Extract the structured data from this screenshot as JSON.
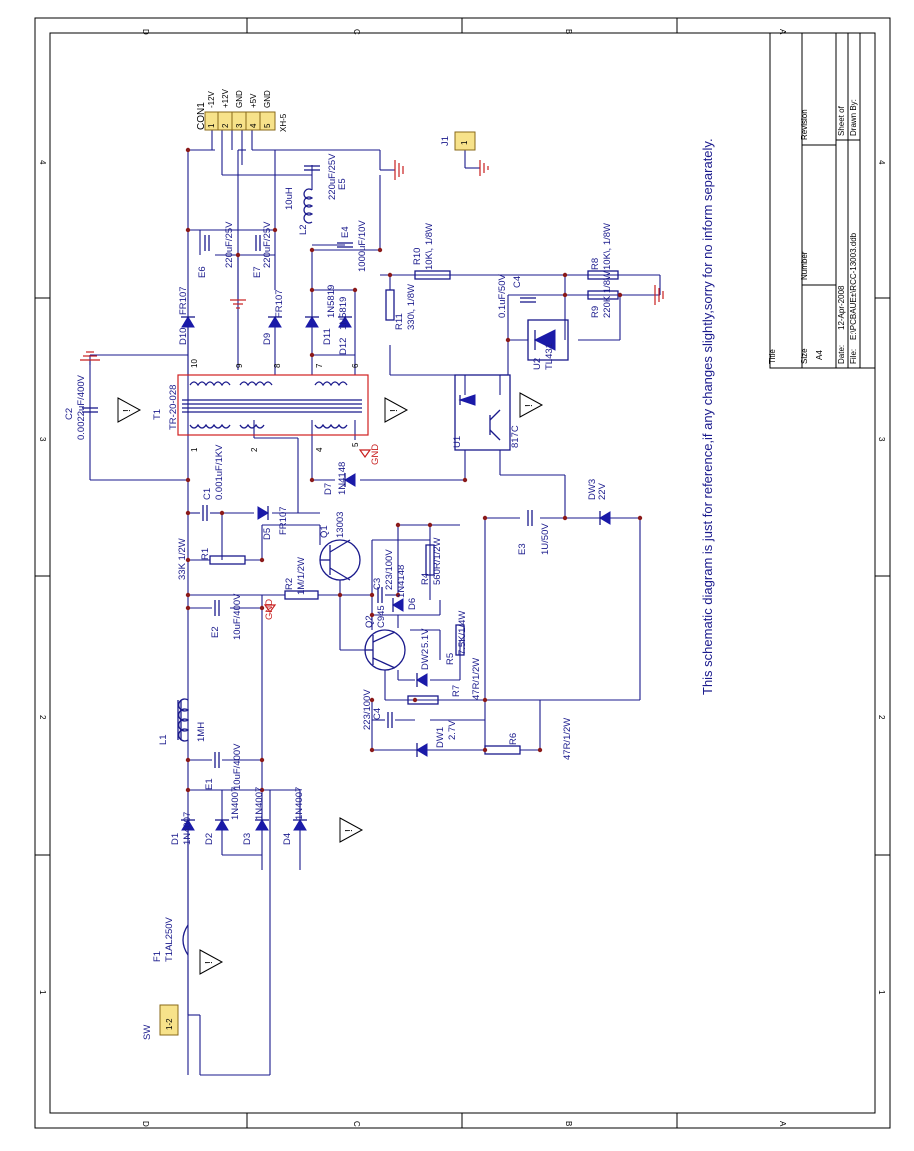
{
  "notice": "This schematic diagram is just for reference,if any changes slightly,sorry for no inform separately.",
  "frame": {
    "zones_letters": [
      "D",
      "C",
      "B",
      "A"
    ],
    "zones_numbers": [
      "1",
      "2",
      "3",
      "4"
    ]
  },
  "title_block": {
    "title_label": "Title",
    "size_label": "Size",
    "size_value": "A4",
    "number_label": "Number",
    "revision_label": "Revision",
    "date_label": "Date:",
    "date_value": "12-Apr-2008",
    "file_label": "File:",
    "file_value": "E:\\PCBAUE±\\RCC-13003.ddb",
    "sheet_label": "Sheet of",
    "drawn_label": "Drawn By:"
  },
  "connector": {
    "ref": "CON1",
    "type": "XH-5",
    "pins": [
      "1",
      "2",
      "3",
      "4",
      "5"
    ],
    "signals": [
      "-12V",
      "+12V",
      "GND",
      "+5V",
      "GND"
    ]
  },
  "j1": {
    "ref": "J1",
    "pin": "1"
  },
  "sw": {
    "ref": "SW",
    "pins": "1-2"
  },
  "fuse": {
    "ref": "F1",
    "value": "T1AL250V"
  },
  "inductor_l1": {
    "ref": "L1",
    "value": "1MH"
  },
  "inductor_l2": {
    "ref": "L2",
    "value": "10uH"
  },
  "transformer": {
    "ref": "T1",
    "part": "TR-20-028",
    "pins": [
      "1",
      "2",
      "4",
      "5",
      "6",
      "7",
      "8",
      "9",
      "10"
    ]
  },
  "bridge": [
    {
      "ref": "D1",
      "value": "1N4007"
    },
    {
      "ref": "D2",
      "value": "1N4007"
    },
    {
      "ref": "D3",
      "value": "1N4007"
    },
    {
      "ref": "D4",
      "value": "1N4007"
    }
  ],
  "caps": {
    "E1": "10uF/400V",
    "E2": "10uF/400V",
    "E3": "1U/50V",
    "E4": "1000uF/10V",
    "E5": "220uF/25V",
    "E6": "220uF/25V",
    "E7": "220uF/25V",
    "C1": "0.001uF/1KV",
    "C2": "0.0022uF/400V",
    "C3": "223/100V",
    "C4a": "223/100V",
    "C4b": "0.1uF/50V"
  },
  "resistors": {
    "R1": "33K 1/2W",
    "R2": "1M/1/2W",
    "R4": "560R/1/2W",
    "R5": "7.5K/1/4W",
    "R6": "47R/1/2W",
    "R7": "47R/1/2W",
    "R8": "10K\\, 1/8W",
    "R9": "220K 1/8W",
    "R10": "10K\\, 1/8W",
    "R11": "330\\, 1/8W"
  },
  "diodes": {
    "D5": "FR107",
    "D6": "1N4148",
    "D7": "1N4148",
    "D9": "FR107",
    "D10": "FR107",
    "D11": "1N5819",
    "D12": "1N5819",
    "DW1": "2.7V",
    "DW2": "5.1V",
    "DW3": "22V"
  },
  "transistors": {
    "Q1": "13003",
    "Q2": "C945"
  },
  "ics": {
    "U1": "817C",
    "U2": "TL431"
  },
  "gnd_label": "GND",
  "warning_glyph": "!",
  "colors": {
    "wire": "#1a1a8c",
    "junction": "#8b1a1a",
    "ground": "#c81e1e",
    "paper": "#ffffe8"
  }
}
